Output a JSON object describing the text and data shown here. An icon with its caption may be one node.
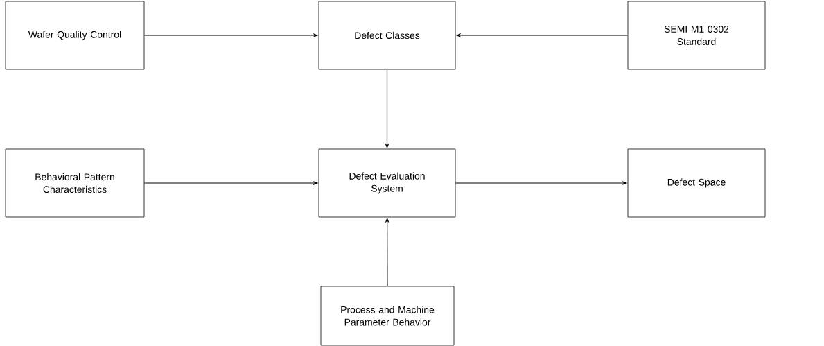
{
  "diagram": {
    "nodes": [
      {
        "text": [
          "Wafer Quality Control"
        ]
      },
      {
        "text": [
          "Defect Classes"
        ]
      },
      {
        "text": [
          "SEMI M1 0302 Standard"
        ]
      },
      {
        "text": [
          "Behavioral Pattern Characteristics"
        ]
      },
      {
        "text": [
          "Defect Evaluation System"
        ]
      },
      {
        "text": [
          "Defect Space"
        ]
      },
      {
        "text": [
          "Process and Machine Parameter Behavior"
        ]
      }
    ],
    "edges": [
      {
        "from": 0,
        "to": 1,
        "arrow": "to"
      },
      {
        "from": 2,
        "to": 1,
        "arrow": "to"
      },
      {
        "from": 1,
        "to": 4,
        "arrow": "to"
      },
      {
        "from": 3,
        "to": 4,
        "arrow": "to"
      },
      {
        "from": 4,
        "to": 5,
        "arrow": "to"
      },
      {
        "from": 6,
        "to": 4,
        "arrow": "to"
      }
    ]
  }
}
